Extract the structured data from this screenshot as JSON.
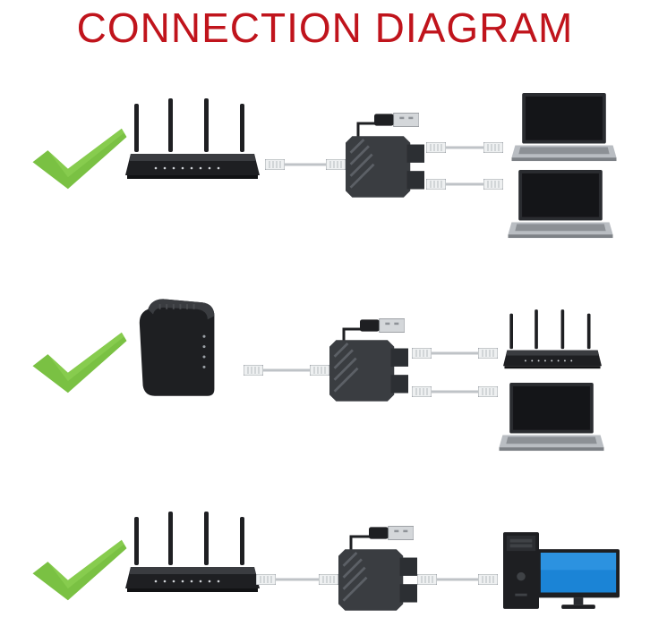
{
  "title": "CONNECTION DIAGRAM",
  "colors": {
    "title": "#c0141c",
    "check": "#7ac143",
    "device": "#1e1f22",
    "cable": "#bfc3c7",
    "connector": "#eef0f1",
    "adapter": "#3a3d41",
    "screen": "#141518"
  },
  "rows": [
    {
      "status": "check-mark",
      "source": "wifi-router",
      "adapter": "ethernet-splitter-with-usb-power",
      "targets": [
        "laptop",
        "laptop"
      ]
    },
    {
      "status": "check-mark",
      "source": "modem",
      "adapter": "ethernet-splitter-with-usb-power",
      "targets": [
        "wifi-router",
        "laptop"
      ]
    },
    {
      "status": "check-mark",
      "source": "wifi-router",
      "adapter": "ethernet-splitter-with-usb-power",
      "targets": [
        "desktop-pc-with-monitor"
      ]
    }
  ]
}
